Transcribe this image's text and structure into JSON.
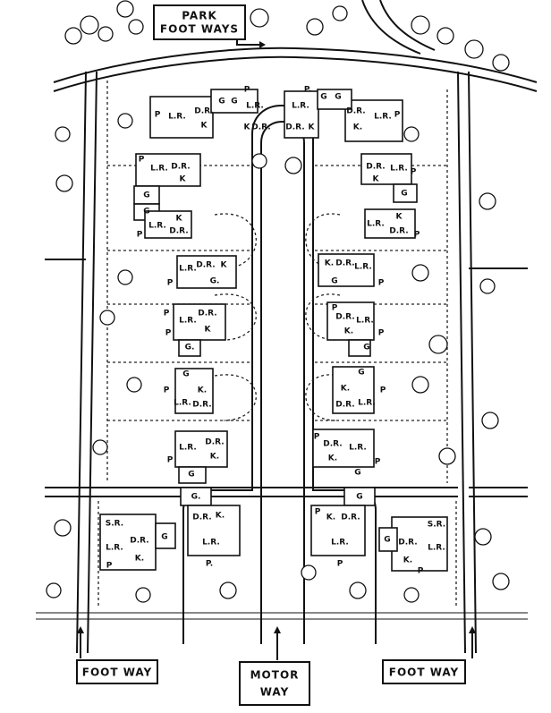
{
  "labels": {
    "park_foot_ways_line1": "PARK",
    "park_foot_ways_line2": "FOOT WAYS",
    "foot_way_left": "FOOT WAY",
    "motor_way_line1": "MOTOR",
    "motor_way_line2": "WAY",
    "foot_way_right": "FOOT WAY"
  },
  "room_abbreviations": {
    "living_room": "L.R.",
    "dining_room": "D.R.",
    "kitchen": "K.",
    "kitchen_short": "K",
    "garage": "G",
    "garage_dot": "G.",
    "porch": "P",
    "porch_dot": "P.",
    "sun_room": "S.R."
  },
  "style": {
    "ink": "#111111",
    "paper": "#ffffff"
  }
}
